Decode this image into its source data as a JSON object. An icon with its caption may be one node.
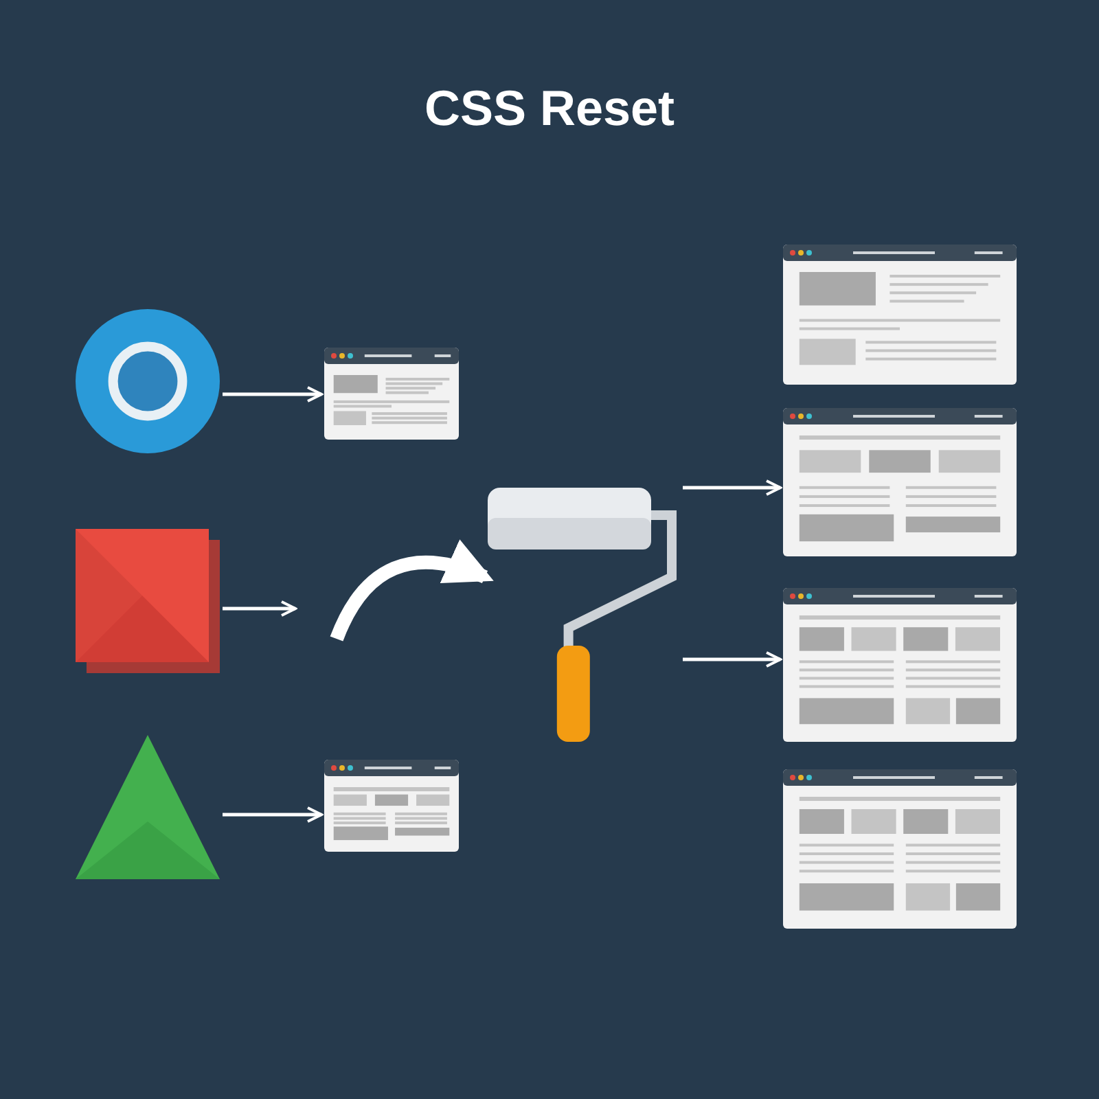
{
  "diagram": {
    "title": "CSS Reset",
    "nodes": [
      {
        "text": [],
        "shape": "circle"
      },
      {
        "text": [],
        "shape": "picture"
      },
      {
        "text": [],
        "shape": "box"
      },
      {
        "text": [],
        "shape": "triangle"
      },
      {
        "text": [],
        "shape": "picture"
      },
      {
        "text": [],
        "shape": "picture"
      },
      {
        "text": [],
        "shape": "picture"
      },
      {
        "text": [],
        "shape": "picture"
      },
      {
        "text": [],
        "shape": "picture"
      },
      {
        "text": [],
        "shape": "picture"
      }
    ],
    "edges": [
      {
        "from": 0,
        "to": 1,
        "arrow": "to"
      },
      {
        "from": 2,
        "to": null,
        "arrow": "to"
      },
      {
        "from": null,
        "to": 5,
        "arrow": "to",
        "style": "thick"
      },
      {
        "from": 3,
        "to": 4,
        "arrow": "to"
      },
      {
        "from": 5,
        "to": 7,
        "arrow": "to"
      },
      {
        "from": 5,
        "to": 8,
        "arrow": "to"
      }
    ]
  }
}
